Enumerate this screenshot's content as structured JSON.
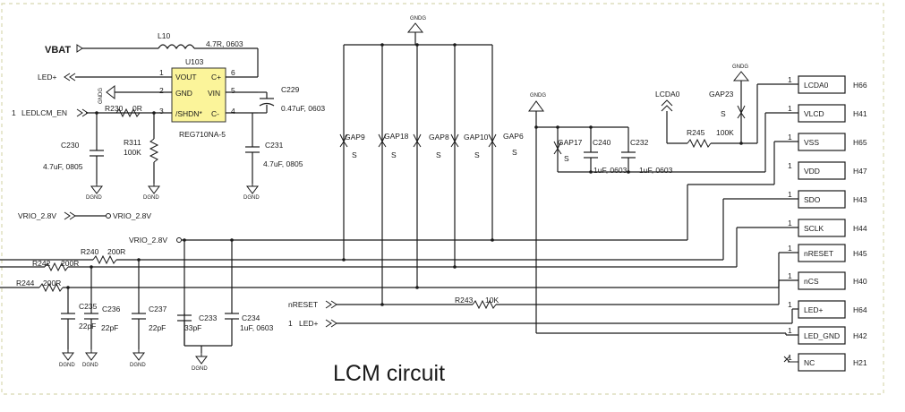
{
  "title": "LCM circuit",
  "ic": {
    "ref": "U103",
    "part": "REG710NA-5",
    "pins": {
      "vout": "VOUT",
      "gnd": "GND",
      "shdn": "/SHDN*",
      "cp": "C+",
      "vin": "VIN",
      "cm": "C-"
    },
    "pin_numbers": [
      "1",
      "2",
      "3",
      "6",
      "5",
      "4"
    ]
  },
  "nets": {
    "vbat": "VBAT",
    "led_plus": "LED+",
    "ledlcm_en": "LEDLCM_EN",
    "ledlcm_en_num": "1",
    "vrio_in": "VRIO_2.8V",
    "vrio_out": "VRIO_2.8V",
    "vrio_bus": "VRIO_2.8V",
    "nreset": "nRESET",
    "led_plus2": "LED+",
    "led_plus2_num": "1",
    "lcda0": "LCDA0",
    "dgnd": "DGND",
    "gnd_top": "GNDG",
    "gnd_mid": "GNDG",
    "gnd_right": "GNDG"
  },
  "parts": {
    "L10": {
      "ref": "L10",
      "val": "4.7R, 0603"
    },
    "R230": {
      "ref": "R230",
      "val": "0R"
    },
    "R311": {
      "ref": "R311",
      "val": "100K"
    },
    "C229": {
      "ref": "C229",
      "val": "0.47uF, 0603"
    },
    "C230": {
      "ref": "C230",
      "val": "4.7uF, 0805"
    },
    "C231": {
      "ref": "C231",
      "val": "4.7uF, 0805"
    },
    "R240": {
      "ref": "R240",
      "val": "200R"
    },
    "R242": {
      "ref": "R242",
      "val": "200R"
    },
    "R244": {
      "ref": "R244",
      "val": "200R"
    },
    "C235": {
      "ref": "C235",
      "val": "22pF"
    },
    "C236": {
      "ref": "C236",
      "val": "22pF"
    },
    "C237": {
      "ref": "C237",
      "val": "22pF"
    },
    "C233": {
      "ref": "C233",
      "val": "33pF"
    },
    "C234": {
      "ref": "C234",
      "val": "1uF, 0603"
    },
    "R243": {
      "ref": "R243",
      "val": "10K"
    },
    "C240": {
      "ref": "C240",
      "val": "1uF, 0603"
    },
    "C232": {
      "ref": "C232",
      "val": "1uF, 0603"
    },
    "R245": {
      "ref": "R245",
      "val": "100K"
    }
  },
  "gaps": [
    {
      "ref": "GAP9",
      "s": "S"
    },
    {
      "ref": "GAP18",
      "s": "S"
    },
    {
      "ref": "GAP8",
      "s": "S"
    },
    {
      "ref": "GAP10",
      "s": "S"
    },
    {
      "ref": "GAP6",
      "s": "S"
    },
    {
      "ref": "GAP17",
      "s": "S"
    },
    {
      "ref": "GAP23",
      "s": "S"
    }
  ],
  "connector": [
    {
      "label": "LCDA0",
      "pin": "H66",
      "num": "1"
    },
    {
      "label": "VLCD",
      "pin": "H41",
      "num": "1"
    },
    {
      "label": "VSS",
      "pin": "H65",
      "num": "1"
    },
    {
      "label": "VDD",
      "pin": "H47",
      "num": "1"
    },
    {
      "label": "SDO",
      "pin": "H43",
      "num": "1"
    },
    {
      "label": "SCLK",
      "pin": "H44",
      "num": "1"
    },
    {
      "label": "nRESET",
      "pin": "H45",
      "num": "1"
    },
    {
      "label": "nCS",
      "pin": "H40",
      "num": "1"
    },
    {
      "label": "LED+",
      "pin": "H64",
      "num": "1"
    },
    {
      "label": "LED_GND",
      "pin": "H42",
      "num": "1"
    },
    {
      "label": "NC",
      "pin": "H21",
      "num": "1"
    }
  ]
}
